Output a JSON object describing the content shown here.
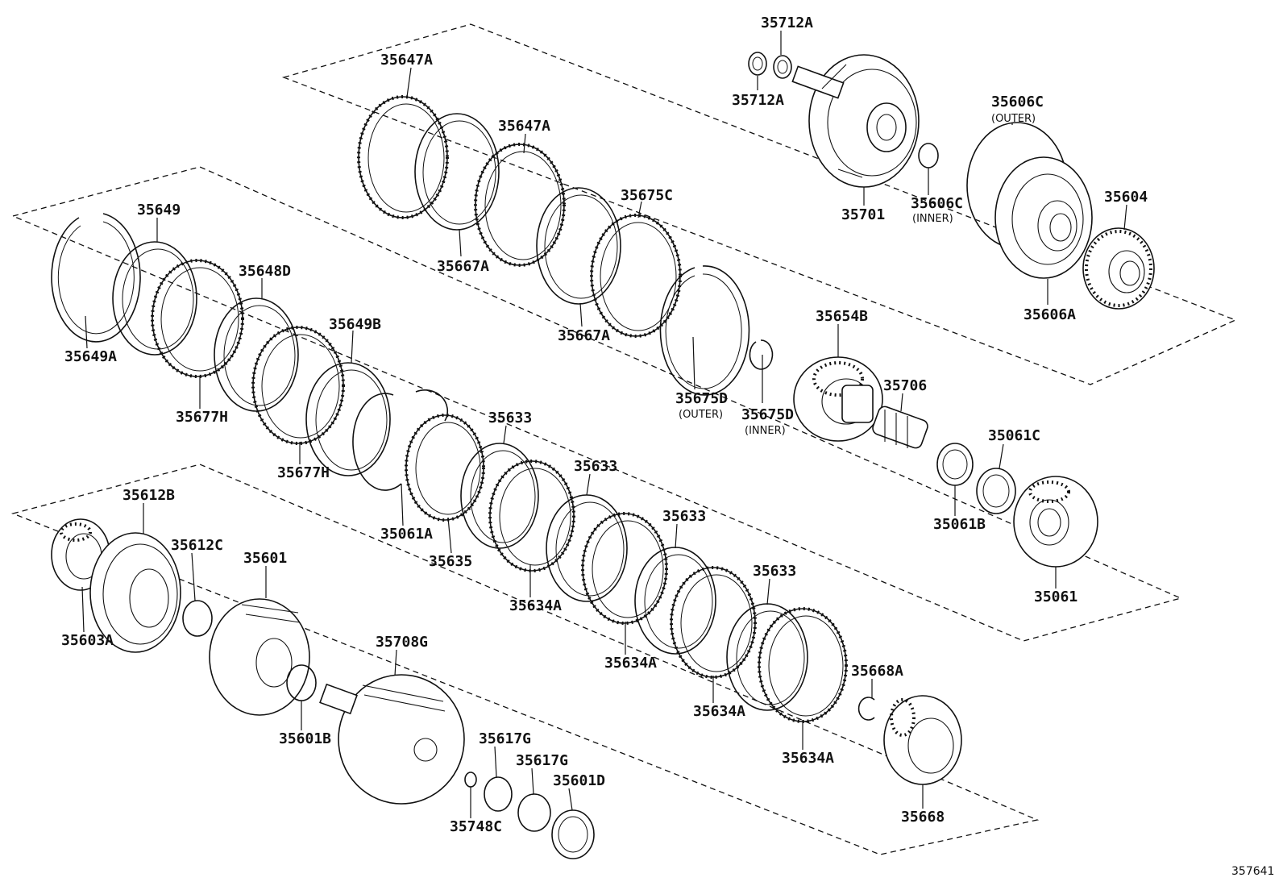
{
  "diagram_id": "357641",
  "labels": {
    "p35712A_top": "35712A",
    "p35712A_bot": "35712A",
    "p35647A_1": "35647A",
    "p35647A_2": "35647A",
    "p35606C_outer": "35606C",
    "p35606C_inner": "35606C",
    "p35701": "35701",
    "p35604": "35604",
    "p35606A": "35606A",
    "p35649": "35649",
    "p35648D": "35648D",
    "p35649A": "35649A",
    "p35649B": "35649B",
    "p35667A_1": "35667A",
    "p35667A_2": "35667A",
    "p35675C": "35675C",
    "p35654B": "35654B",
    "p35706": "35706",
    "p35677H_1": "35677H",
    "p35677H_2": "35677H",
    "p35675D_outer": "35675D",
    "p35675D_inner": "35675D",
    "p35633_1": "35633",
    "p35633_2": "35633",
    "p35633_3": "35633",
    "p35633_4": "35633",
    "p35061C": "35061C",
    "p35061B": "35061B",
    "p35061": "35061",
    "p35061A": "35061A",
    "p35635": "35635",
    "p35634A_1": "35634A",
    "p35634A_2": "35634A",
    "p35634A_3": "35634A",
    "p35634A_4": "35634A",
    "p35612B": "35612B",
    "p35612C": "35612C",
    "p35601": "35601",
    "p35603A": "35603A",
    "p35708G": "35708G",
    "p35601B": "35601B",
    "p35617G_1": "35617G",
    "p35617G_2": "35617G",
    "p35601D": "35601D",
    "p35748C": "35748C",
    "p35668A": "35668A",
    "p35668": "35668"
  },
  "sublabels": {
    "outer_35606C": "(OUTER)",
    "inner_35606C": "(INNER)",
    "outer_35675D": "(OUTER)",
    "inner_35675D": "(INNER)"
  }
}
